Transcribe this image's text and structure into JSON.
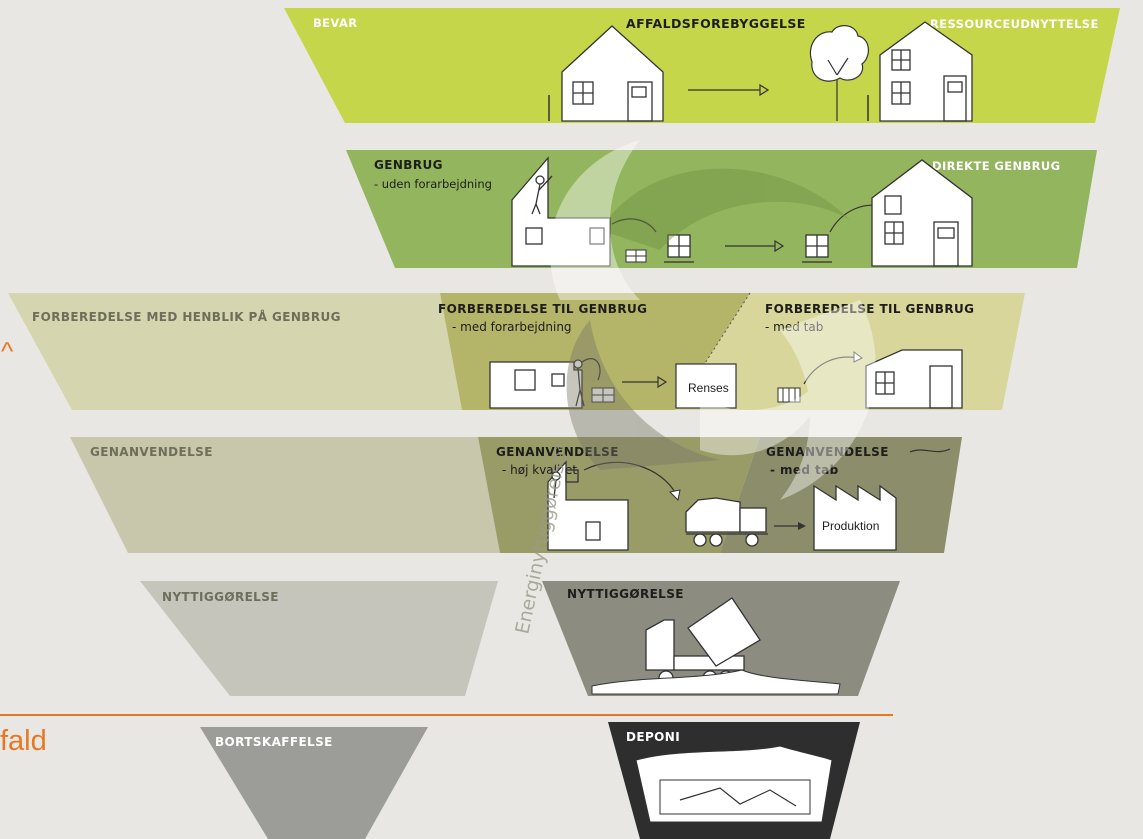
{
  "colors": {
    "background": "#e9e7e3",
    "bevar": "#c5d64a",
    "genbrug": "#93b55d",
    "forb_left": "#d5d5b0",
    "forb_mid": "#b5b56a",
    "forb_right": "#d8d69a",
    "genanv_left": "#c8c7ab",
    "genanv_mid": "#9a9c68",
    "genanv_right": "#8c8d6a",
    "nytte_left": "#c5c5bb",
    "nytte_right": "#8c8c80",
    "bort_left": "#9c9c98",
    "deponi": "#2e2e2e",
    "accent": "#e87722"
  },
  "levels": {
    "bevar": {
      "left_label": "BEVAR",
      "center_label": "AFFALDSFOREBYGGELSE",
      "right_label": "RESSOURCEUDNYTTELSE"
    },
    "genbrug": {
      "left_label": "GENBRUG",
      "left_sub": "- uden forarbejdning",
      "right_label": "DIREKTE GENBRUG"
    },
    "forberedelse": {
      "outer_label": "FORBEREDELSE MED HENBLIK PÅ GENBRUG",
      "mid_label": "FORBEREDELSE TIL GENBRUG",
      "mid_sub": "- med forarbejdning",
      "right_label": "FORBEREDELSE TIL GENBRUG",
      "right_sub": "-  med tab",
      "box_label": "Renses"
    },
    "genanvendelse": {
      "outer_label": "GENANVENDELSE",
      "mid_label": "GENANVENDELSE",
      "mid_sub": "- høj kvalitet",
      "right_label": "GENANVENDELSE",
      "right_sub": "- med tab",
      "factory_label": "Produktion"
    },
    "nyttiggorelse": {
      "outer_label": "NYTTIGGØRELSE",
      "inner_label": "NYTTIGGØRELSE"
    },
    "bortskaffelse": {
      "outer_label": "BORTSKAFFELSE",
      "inner_label": "DEPONI"
    }
  },
  "watermark": "Energinyttiggørelse*",
  "side_text": "fald",
  "side_arrow": "^",
  "icons": [
    "house-icon",
    "tree-icon",
    "arrow-icon",
    "brick-pile-icon",
    "window-icon",
    "pallet-icon",
    "truck-icon",
    "factory-icon",
    "tipper-truck-icon",
    "landfill-icon",
    "person-icon",
    "recycle-swirl-icon"
  ]
}
